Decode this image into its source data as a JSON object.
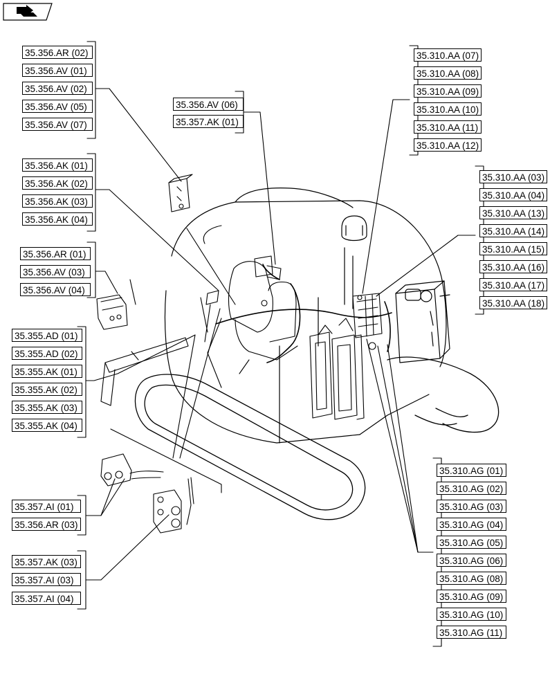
{
  "groups": {
    "top_left": [
      "35.356.AR (02)",
      "35.356.AV (01)",
      "35.356.AV (02)",
      "35.356.AV (05)",
      "35.356.AV (07)"
    ],
    "top_center": [
      "35.356.AV (06)",
      "35.357.AK (01)"
    ],
    "left_ak": [
      "35.356.AK (01)",
      "35.356.AK (02)",
      "35.356.AK (03)",
      "35.356.AK (04)"
    ],
    "left_ar": [
      "35.356.AR (01)",
      "35.356.AV (03)",
      "35.356.AV (04)"
    ],
    "left_355": [
      "35.355.AD (01)",
      "35.355.AD (02)",
      "35.355.AK (01)",
      "35.355.AK (02)",
      "35.355.AK (03)",
      "35.355.AK (04)"
    ],
    "left_357ai": [
      "35.357.AI (01)",
      "35.356.AR (03)"
    ],
    "left_357ak": [
      "35.357.AK (03)",
      "35.357.AI (03)",
      "35.357.AI (04)"
    ],
    "right_top": [
      "35.310.AA (07)",
      "35.310.AA (08)",
      "35.310.AA (09)",
      "35.310.AA (10)",
      "35.310.AA (11)",
      "35.310.AA (12)"
    ],
    "right_mid": [
      "35.310.AA (03)",
      "35.310.AA (04)",
      "35.310.AA (13)",
      "35.310.AA (14)",
      "35.310.AA (15)",
      "35.310.AA (16)",
      "35.310.AA (17)",
      "35.310.AA (18)"
    ],
    "right_bottom": [
      "35.310.AG (01)",
      "35.310.AG (02)",
      "35.310.AG (03)",
      "35.310.AG (04)",
      "35.310.AG (05)",
      "35.310.AG (06)",
      "35.310.AG (08)",
      "35.310.AG (09)",
      "35.310.AG (10)",
      "35.310.AG (11)"
    ]
  },
  "icons": {
    "top_left": "navigate-back-icon"
  }
}
